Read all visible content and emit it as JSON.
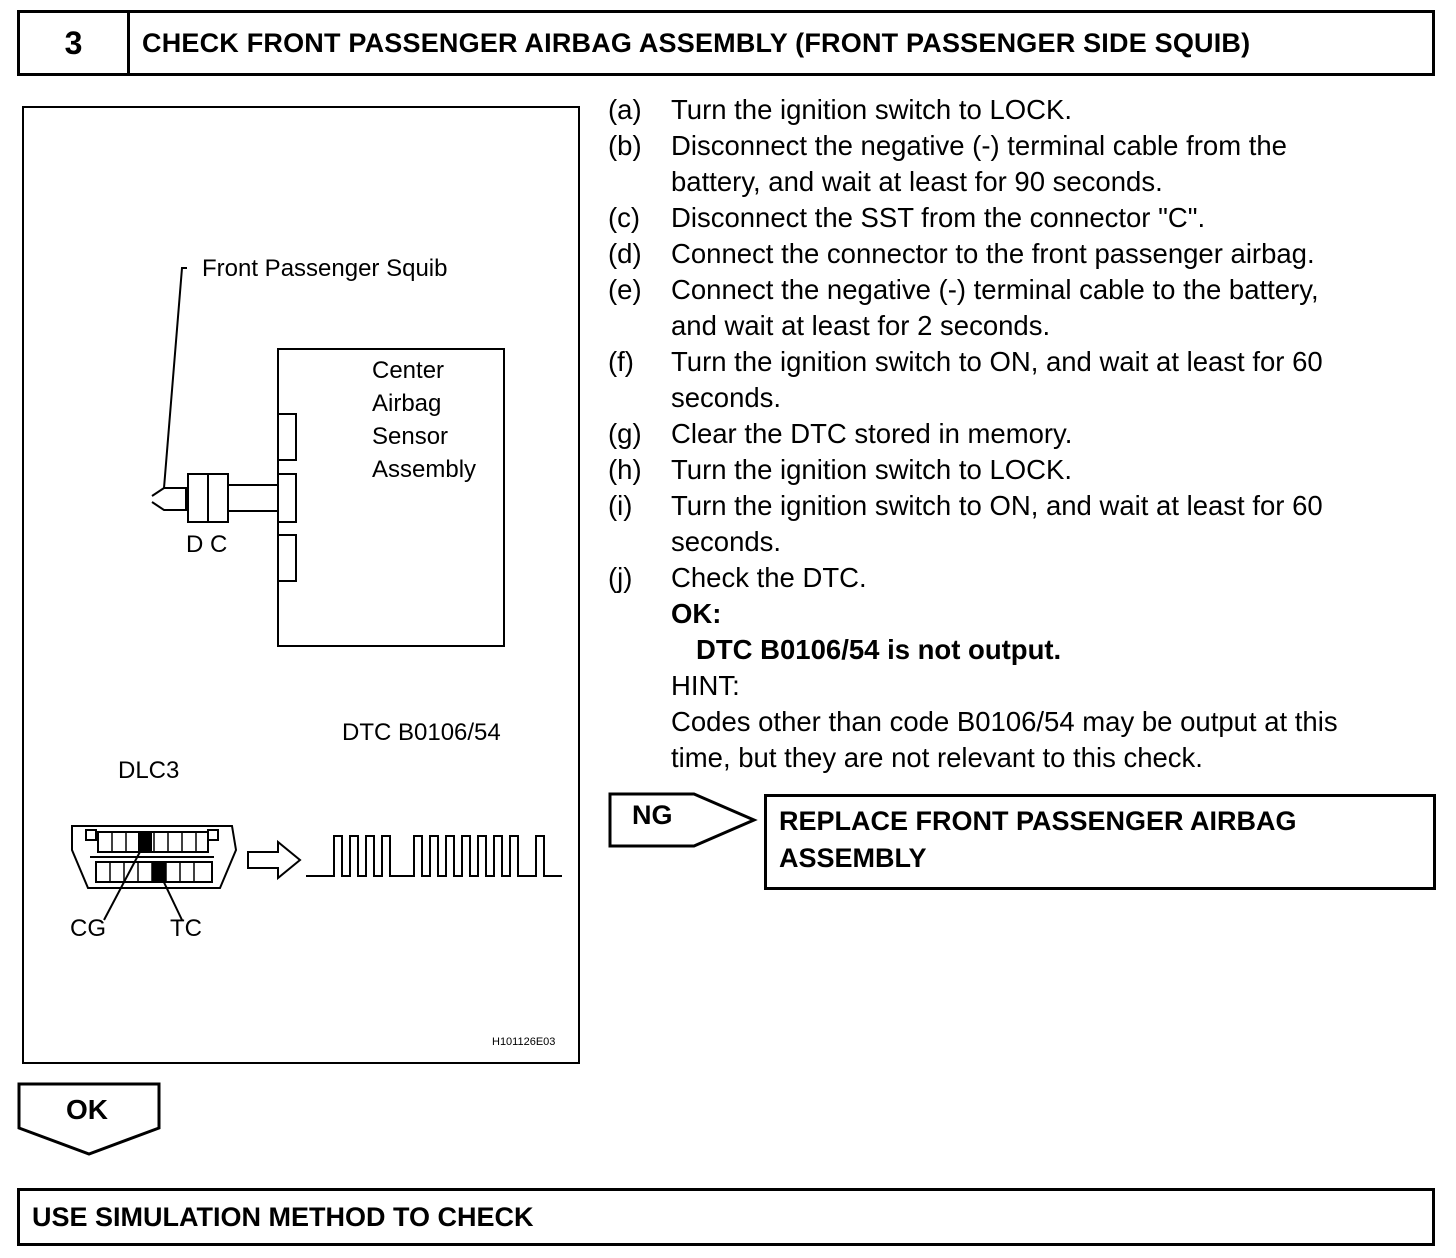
{
  "header": {
    "step_number": "3",
    "title": "CHECK FRONT PASSENGER AIRBAG ASSEMBLY (FRONT PASSENGER SIDE SQUIB)"
  },
  "figure": {
    "squib_label": "Front Passenger Squib",
    "sensor_label_lines": [
      "Center",
      "Airbag",
      "Sensor",
      "Assembly"
    ],
    "dc_label": "D C",
    "dtc_label": "DTC B0106/54",
    "dlc3_label": "DLC3",
    "cg_label": "CG",
    "tc_label": "TC",
    "figure_code": "H101126E03"
  },
  "steps": [
    {
      "label": "(a)",
      "lines": [
        "Turn the ignition switch to LOCK."
      ]
    },
    {
      "label": "(b)",
      "lines": [
        "Disconnect the negative (-) terminal cable from the",
        "battery, and wait at least for 90 seconds."
      ]
    },
    {
      "label": "(c)",
      "lines": [
        "Disconnect the SST from the connector \"C\"."
      ]
    },
    {
      "label": "(d)",
      "lines": [
        "Connect the connector to the front passenger airbag."
      ]
    },
    {
      "label": "(e)",
      "lines": [
        "Connect the negative (-) terminal cable to the battery,",
        "and wait at least for 2 seconds."
      ]
    },
    {
      "label": "(f)",
      "lines": [
        "Turn the ignition switch to ON, and wait at least for 60",
        "seconds."
      ]
    },
    {
      "label": "(g)",
      "lines": [
        "Clear the DTC stored in memory."
      ]
    },
    {
      "label": "(h)",
      "lines": [
        "Turn the ignition switch to LOCK."
      ]
    },
    {
      "label": "(i)",
      "lines": [
        "Turn the ignition switch to ON, and wait at least for 60",
        "seconds."
      ]
    },
    {
      "label": "(j)",
      "lines": [
        "Check the DTC."
      ]
    }
  ],
  "ok_block": {
    "ok_label": "OK:",
    "ok_spec": "DTC B0106/54 is not output.",
    "hint_label": "HINT:",
    "hint_lines": [
      "Codes other than code B0106/54 may be output at this",
      "time, but they are not relevant to this check."
    ]
  },
  "ng_result": {
    "tag": "NG",
    "action_lines": [
      "REPLACE FRONT PASSENGER AIRBAG",
      "ASSEMBLY"
    ]
  },
  "ok_result": {
    "tag": "OK",
    "action": "USE SIMULATION METHOD TO CHECK"
  }
}
